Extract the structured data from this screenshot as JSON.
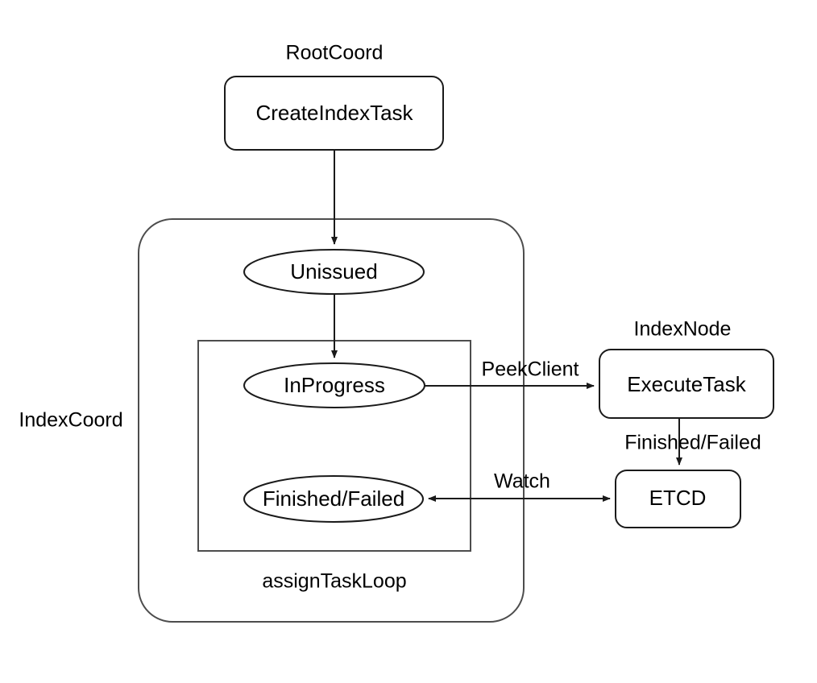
{
  "diagram": {
    "title_labels": {
      "root_coord": "RootCoord",
      "index_coord": "IndexCoord",
      "index_node": "IndexNode",
      "assign_task_loop": "assignTaskLoop"
    },
    "nodes": {
      "create_index_task": "CreateIndexTask",
      "unissued": "Unissued",
      "in_progress": "InProgress",
      "finished_failed": "Finished/Failed",
      "execute_task": "ExecuteTask",
      "etcd": "ETCD"
    },
    "edge_labels": {
      "peek_client": "PeekClient",
      "finished_failed": "Finished/Failed",
      "watch": "Watch"
    },
    "colors": {
      "stroke": "#1a1a1a",
      "container_stroke": "#4d4d4d",
      "background": "#ffffff",
      "text": "#000000"
    }
  }
}
